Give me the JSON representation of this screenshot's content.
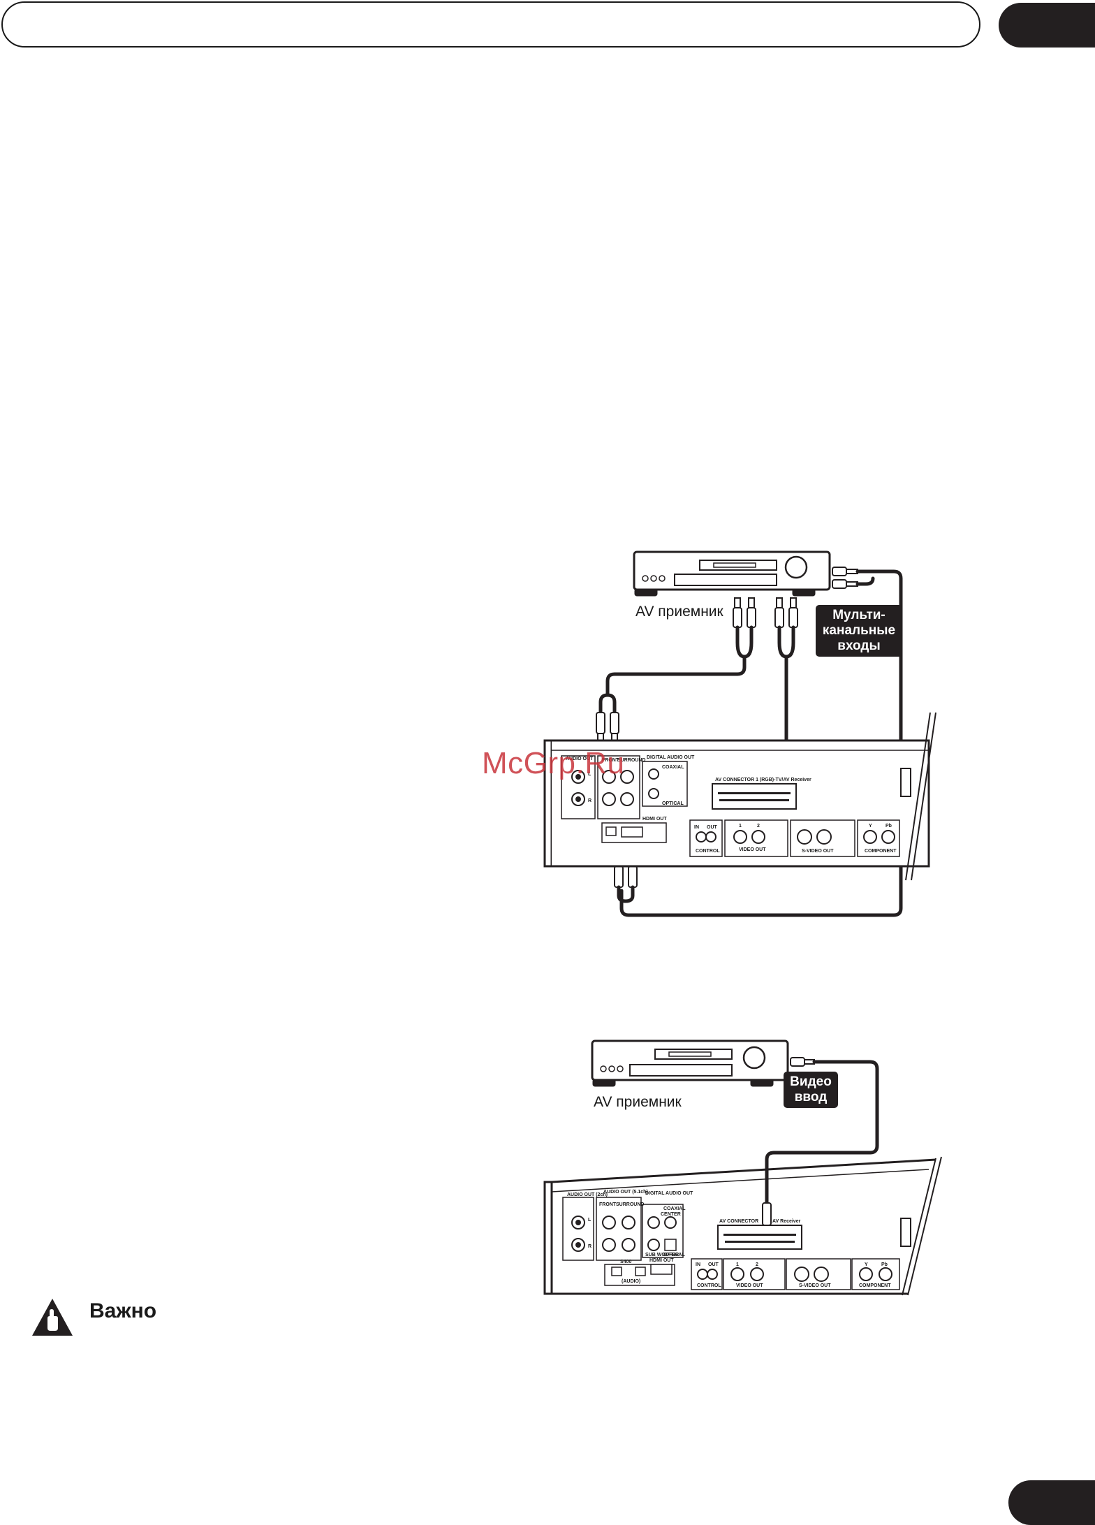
{
  "watermark": {
    "text": "McGrp.Ru"
  },
  "diagram_1": {
    "receiver_label": "AV приемник",
    "callout": "Мульти-канальные входы",
    "panel_labels": {
      "audio_out": "AUDIO OUT",
      "front": "FRONT",
      "surround": "SURROUND",
      "digital_audio_out": "DIGITAL AUDIO OUT",
      "coaxial": "COAXIAL",
      "optical": "OPTICAL",
      "hdmi_out": "HDMI OUT",
      "av_connector": "AV CONNECTOR 1 (RGB)-TV/AV Receiver",
      "control": "CONTROL",
      "video_out": "VIDEO OUT",
      "s_video_out": "S-VIDEO OUT",
      "component": "COMPONENT",
      "in": "IN",
      "out": "OUT",
      "video_1": "1",
      "video_2": "2",
      "y": "Y",
      "pb": "Pb",
      "l": "L",
      "r": "R"
    }
  },
  "diagram_2": {
    "receiver_label": "AV приемник",
    "callout": "Видео ввод",
    "panel_labels": {
      "audio_out_2ch": "AUDIO OUT (2ch)",
      "audio_out_51ch": "AUDIO OUT (5.1ch)",
      "front": "FRONT",
      "surround": "SURROUND",
      "center": "CENTER",
      "sub_woofer": "SUB WOOFER",
      "digital_audio_out": "DIGITAL AUDIO OUT",
      "coaxial": "COAXIAL",
      "optical": "OPTICAL",
      "s400": "S400",
      "audio": "(AUDIO)",
      "hdmi_out": "HDMI OUT",
      "av_connector": "AV CONNECTOR",
      "av_receiver": "AV Receiver",
      "control": "CONTROL",
      "video_out": "VIDEO OUT",
      "s_video_out": "S-VIDEO OUT",
      "component": "COMPONENT",
      "in": "IN",
      "out": "OUT",
      "video_1": "1",
      "video_2": "2",
      "y": "Y",
      "pb": "Pb",
      "l": "L",
      "r": "R"
    }
  },
  "important": {
    "heading": "Важно"
  },
  "colors": {
    "ink": "#231f20",
    "watermark": "#c8343b",
    "paper": "#ffffff"
  }
}
